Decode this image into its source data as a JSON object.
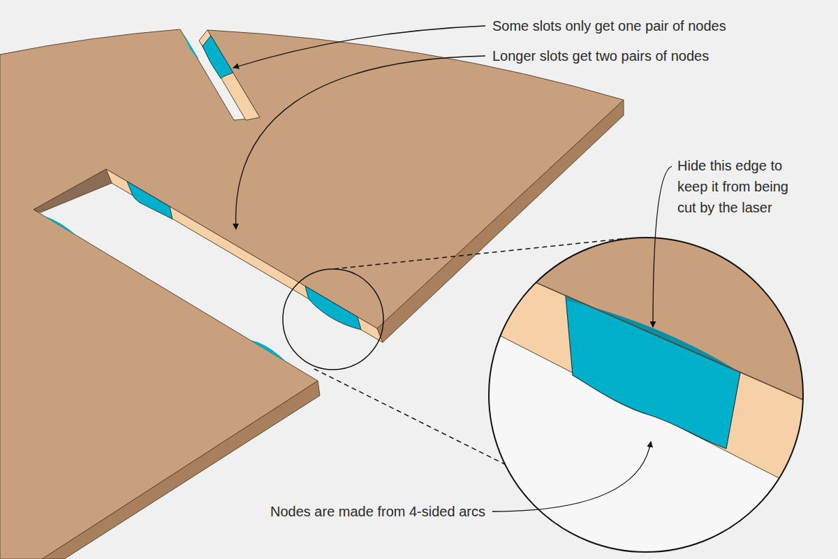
{
  "diagram": {
    "labels": [
      "Some slots only get one pair of nodes",
      "Longer slots get two pairs of nodes",
      "Hide this edge to keep it from being cut by the laser",
      "Nodes are made from 4-sided arcs"
    ]
  }
}
